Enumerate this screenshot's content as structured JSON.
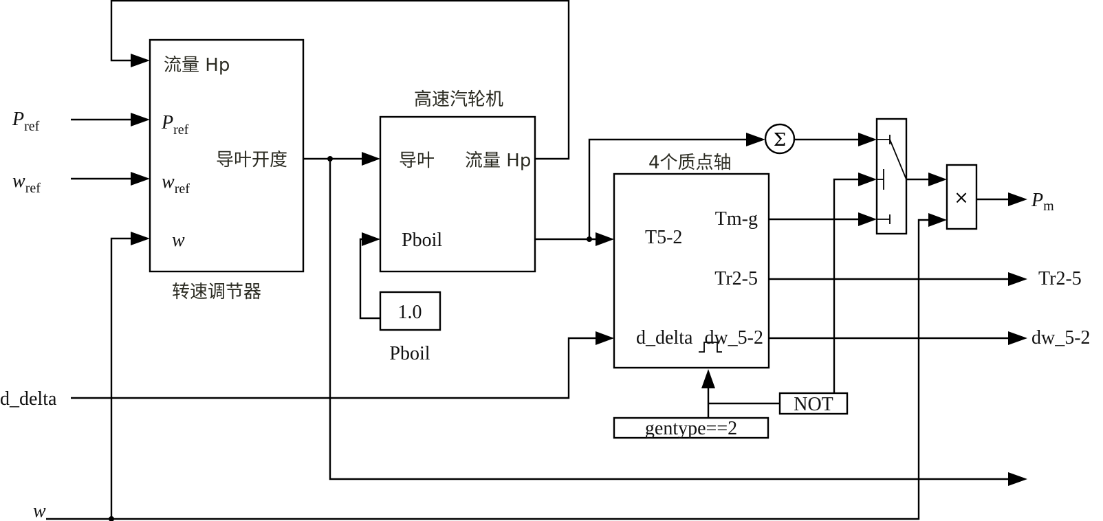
{
  "diagram": {
    "type": "block-diagram",
    "inputs": {
      "p_ref": {
        "main": "P",
        "sub": "ref"
      },
      "w_ref": {
        "main": "w",
        "sub": "ref"
      },
      "d_delta": "d_delta",
      "w": "w"
    },
    "governor": {
      "title": "转速调节器",
      "ports_in": {
        "flow_hp": "流量 Hp",
        "p_ref": {
          "main": "P",
          "sub": "ref"
        },
        "w_ref": {
          "main": "w",
          "sub": "ref"
        },
        "w": "w"
      },
      "port_out": "导叶开度"
    },
    "turbine": {
      "title": "高速汽轮机",
      "port_in_vane": "导叶",
      "port_in_pboil": "Pboil",
      "port_out_flow": "流量 Hp"
    },
    "pboil_const": {
      "value": "1.0",
      "label": "Pboil"
    },
    "shaft": {
      "title": "4个质点轴",
      "port_in_t52": "T5-2",
      "port_in_ddelta": "d_delta",
      "port_out_tmg": "Tm-g",
      "port_out_tr25": "Tr2-5",
      "port_out_dw52": "dw_5-2",
      "enable_symbol": "⎍"
    },
    "sum_block": {
      "symbol": "Σ"
    },
    "product_block": {
      "symbol": "×"
    },
    "not_block": {
      "label": "NOT"
    },
    "gentype_block": {
      "label": "gentype==2"
    },
    "outputs": {
      "p_m": {
        "main": "P",
        "sub": "m"
      },
      "tr25": "Tr2-5",
      "dw52": "dw_5-2"
    }
  }
}
